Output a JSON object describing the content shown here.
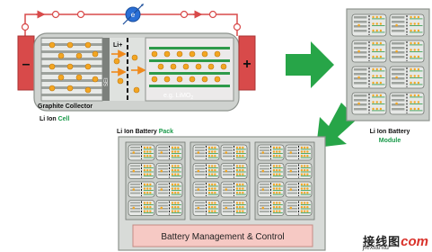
{
  "cell": {
    "caption_main": "Li Ion ",
    "caption_accent": "Cell",
    "anode_label": "Graphite Collector",
    "sei_label": "SEI",
    "li_ion_label": "Li+",
    "cathode_label": "e.g. LiMO",
    "cathode_subscript": "2",
    "minus_sign": "–",
    "plus_sign": "+"
  },
  "module": {
    "caption_line1": "Li Ion Battery",
    "caption_line2": "Module"
  },
  "pack": {
    "caption_main": "Li Ion Battery ",
    "caption_accent": "Pack",
    "bms_label": "Battery Management & Control"
  },
  "watermark": {
    "text_cn": "接线图",
    "site": "jiexiantu",
    "com": "com"
  },
  "colors": {
    "cell_body": "#cfd2cf",
    "anode_stripes": "#8a8f8a",
    "electrolyte": "#dfe2df",
    "cathode": "#eceaea",
    "lithium_particle": "#f3a622",
    "terminal": "#d84a4a",
    "arrow_green": "#27a548",
    "module_fill": "#c9cdc9",
    "pack_fill": "#d8dbd8",
    "bms_fill": "#f6c9c4",
    "caption_accent": "#1a9a4a"
  }
}
